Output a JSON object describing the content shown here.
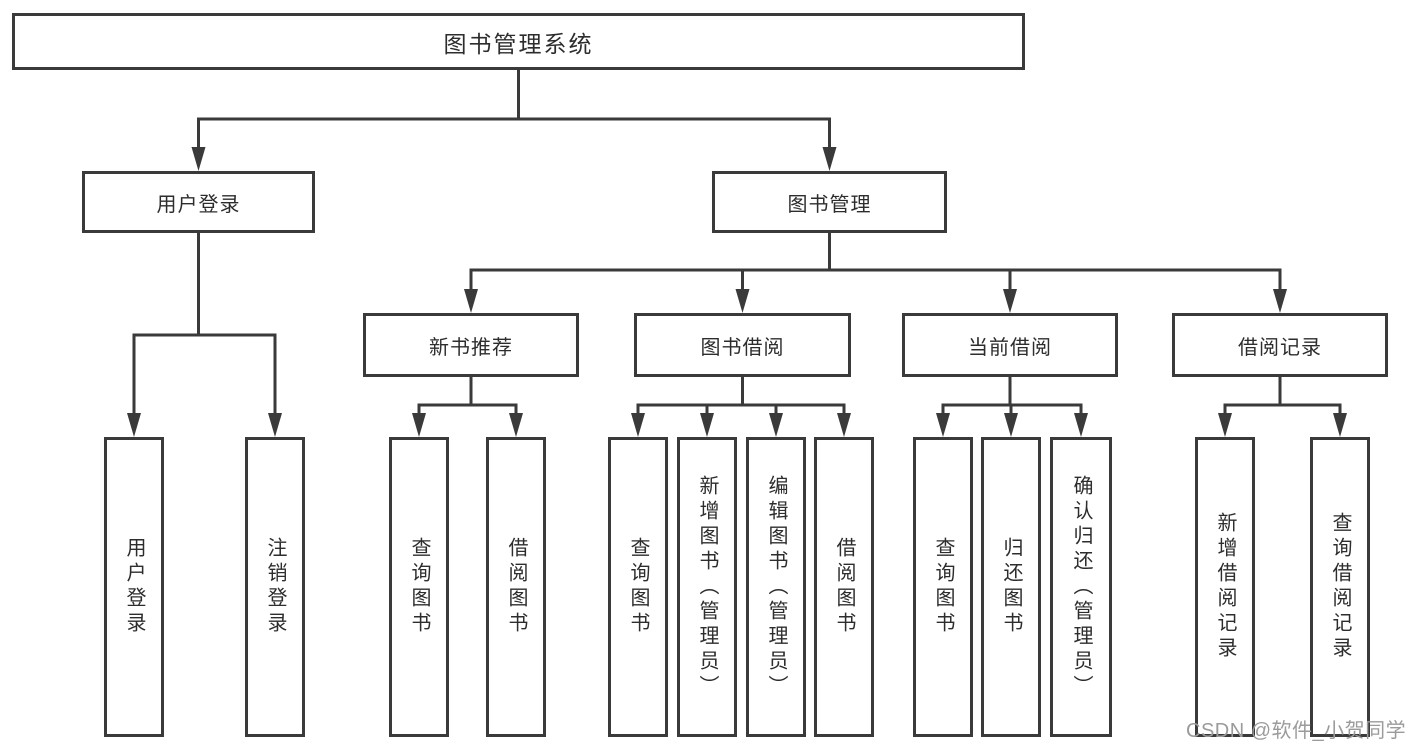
{
  "diagram": {
    "watermark": "CSDN @软件_小贺同学",
    "colors": {
      "line": "#3a3a3a",
      "text": "#2d2d2d",
      "background": "#ffffff",
      "watermark": "#9b9b9b"
    },
    "root": {
      "label": "图书管理系统",
      "children": [
        {
          "label": "用户登录",
          "children": [
            {
              "label": "用户登录"
            },
            {
              "label": "注销登录"
            }
          ]
        },
        {
          "label": "图书管理",
          "children": [
            {
              "label": "新书推荐",
              "children": [
                {
                  "label": "查询图书"
                },
                {
                  "label": "借阅图书"
                }
              ]
            },
            {
              "label": "图书借阅",
              "children": [
                {
                  "label": "查询图书"
                },
                {
                  "label": "新增图书（管理员）"
                },
                {
                  "label": "编辑图书（管理员）"
                },
                {
                  "label": "借阅图书"
                }
              ]
            },
            {
              "label": "当前借阅",
              "children": [
                {
                  "label": "查询图书"
                },
                {
                  "label": "归还图书"
                },
                {
                  "label": "确认归还（管理员）"
                }
              ]
            },
            {
              "label": "借阅记录",
              "children": [
                {
                  "label": "新增借阅记录"
                },
                {
                  "label": "查询借阅记录"
                }
              ]
            }
          ]
        }
      ]
    }
  }
}
